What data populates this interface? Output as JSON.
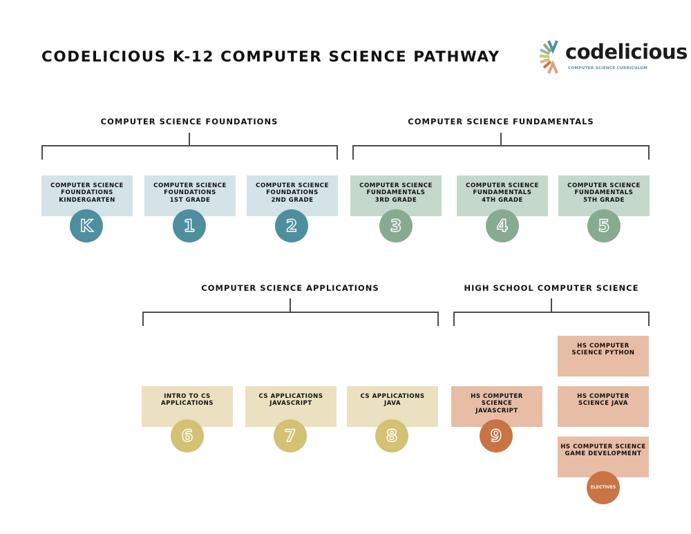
{
  "title": "CODELICIOUS K-12 COMPUTER SCIENCE PATHWAY",
  "logo": {
    "wordmark": "codelicious",
    "trademark": "™",
    "tagline": "COMPUTER SCIENCE CURRICULUM",
    "burst_colors": [
      "#4d8f9f",
      "#86ab90",
      "#d3c174",
      "#c87444",
      "#e0a07c"
    ]
  },
  "colors": {
    "foundations_box": "#d3e3e8",
    "foundations_circle": "#4d8f9f",
    "fundamentals_box": "#c4d9cb",
    "fundamentals_circle": "#86ab90",
    "applications_box": "#ebe0bf",
    "applications_circle": "#d3c174",
    "highschool_box": "#e8bda5",
    "highschool_circle": "#c87444"
  },
  "groups": [
    {
      "title": "COMPUTER SCIENCE FOUNDATIONS",
      "courses": [
        {
          "label": "COMPUTER SCIENCE\nFOUNDATIONS\nKINDERGARTEN",
          "badge": "K"
        },
        {
          "label": "COMPUTER SCIENCE\nFOUNDATIONS\n1ST GRADE",
          "badge": "1"
        },
        {
          "label": "COMPUTER SCIENCE\nFOUNDATIONS\n2ND GRADE",
          "badge": "2"
        }
      ]
    },
    {
      "title": "COMPUTER SCIENCE FUNDAMENTALS",
      "courses": [
        {
          "label": "COMPUTER SCIENCE\nFUNDAMENTALS\n3RD GRADE",
          "badge": "3"
        },
        {
          "label": "COMPUTER SCIENCE\nFUNDAMENTALS\n4TH GRADE",
          "badge": "4"
        },
        {
          "label": "COMPUTER SCIENCE\nFUNDAMENTALS\n5TH GRADE",
          "badge": "5"
        }
      ]
    },
    {
      "title": "COMPUTER SCIENCE APPLICATIONS",
      "courses": [
        {
          "label": "INTRO TO CS\nAPPLICATIONS",
          "badge": "6"
        },
        {
          "label": "CS APPLICATIONS\nJAVASCRIPT",
          "badge": "7"
        },
        {
          "label": "CS APPLICATIONS\nJAVA",
          "badge": "8"
        }
      ]
    },
    {
      "title": "HIGH SCHOOL COMPUTER SCIENCE",
      "courses": [
        {
          "label": "HS COMPUTER\nSCIENCE\nJAVASCRIPT",
          "badge": "9"
        },
        {
          "label": "HS COMPUTER\nSCIENCE PYTHON"
        },
        {
          "label": "HS COMPUTER\nSCIENCE JAVA"
        },
        {
          "label": "HS COMPUTER SCIENCE\nGAME DEVELOPMENT",
          "badge": "ELECTIVES"
        }
      ]
    }
  ]
}
